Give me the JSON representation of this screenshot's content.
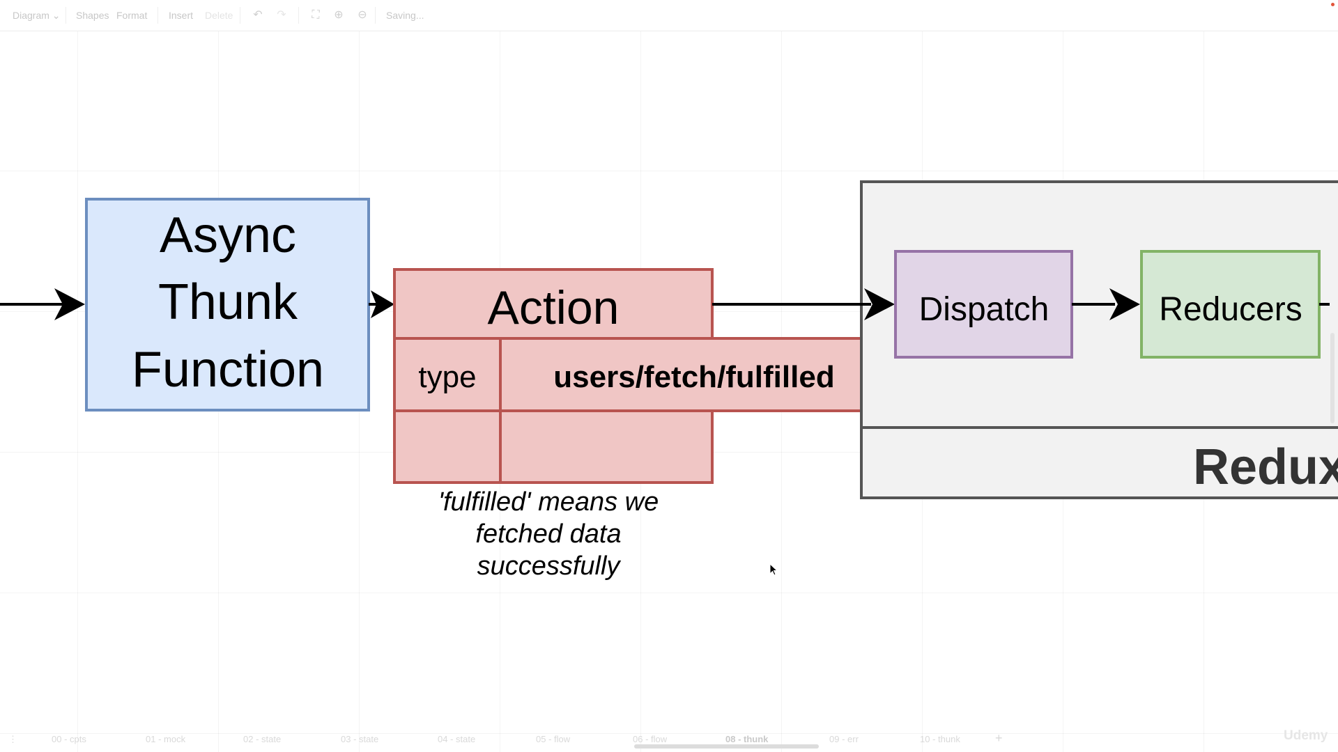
{
  "toolbar": {
    "diagram_menu": "Diagram",
    "shapes_label": "Shapes",
    "format_label": "Format",
    "insert_label": "Insert",
    "delete_label": "Delete",
    "status": "Saving..."
  },
  "diagram": {
    "thunk_lines": [
      "Async",
      "Thunk",
      "Function"
    ],
    "action_title": "Action",
    "type_key": "type",
    "type_value": "users/fetch/fulfilled",
    "note_lines": [
      "'fulfilled' means we",
      "fetched data",
      "successfully"
    ],
    "dispatch_label": "Dispatch",
    "reducers_label": "Reducers",
    "redux_label": "Redux"
  },
  "page_tabs": [
    "00 - cpts",
    "01 - mock",
    "02 - state",
    "03 - state",
    "04 - state",
    "05 - flow",
    "06 - flow",
    "08 - thunk",
    "09 - err",
    "10 - thunk"
  ],
  "active_tab_index": 7,
  "watermark": "Udemy"
}
